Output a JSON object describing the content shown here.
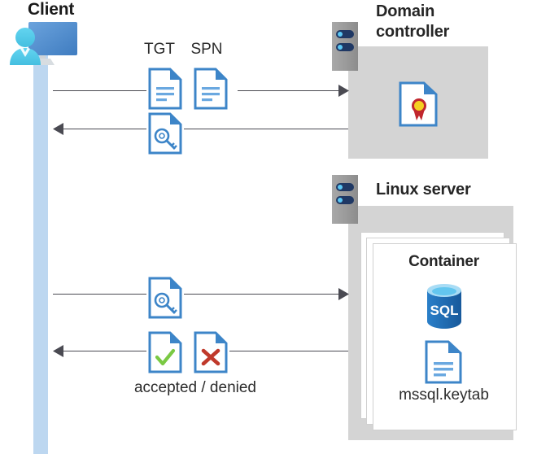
{
  "diagram": {
    "title_client": "Client",
    "title_domain_controller": "Domain\ncontroller",
    "title_domain_controller_line1": "Domain",
    "title_domain_controller_line2": "controller",
    "title_linux_server": "Linux server",
    "title_container": "Container",
    "label_tgt": "TGT",
    "label_spn": "SPN",
    "label_accepted_denied": "accepted / denied",
    "label_keytab_file": "mssql.keytab",
    "label_sql": "SQL"
  },
  "icons": {
    "client": "client-workstation-icon",
    "server_rack": "server-rack-icon",
    "document_tgt": "document-icon",
    "document_spn": "document-icon",
    "document_key": "key-document-icon",
    "document_check": "accepted-document-icon",
    "document_x": "denied-document-icon",
    "certificate": "certificate-document-icon",
    "sql_database": "sql-database-icon",
    "keytab_document": "document-icon"
  },
  "flows": [
    {
      "name": "client-to-dc-request",
      "direction": "right",
      "carries": "TGT, SPN"
    },
    {
      "name": "dc-to-client-ticket",
      "direction": "left",
      "carries": "service ticket"
    },
    {
      "name": "client-to-linux-ticket",
      "direction": "right",
      "carries": "service ticket"
    },
    {
      "name": "linux-to-client-result",
      "direction": "left",
      "carries": "accepted / denied"
    }
  ],
  "colors": {
    "lifeline": "#bdd7f0",
    "server_box": "#d4d4d4",
    "rack_bay": "#1f3864",
    "rack_led": "#5bc8f5",
    "doc_blue": "#3d85c8",
    "doc_fold": "#2f6db3",
    "arrow": "#4a4a52",
    "check_green": "#7ac943",
    "x_red": "#c0392b",
    "cert_gold": "#f5d020",
    "cert_ribbon": "#c1272d",
    "sql_blue": "#1f6eb5",
    "sql_top": "#5bc8f5",
    "text": "#262626"
  }
}
